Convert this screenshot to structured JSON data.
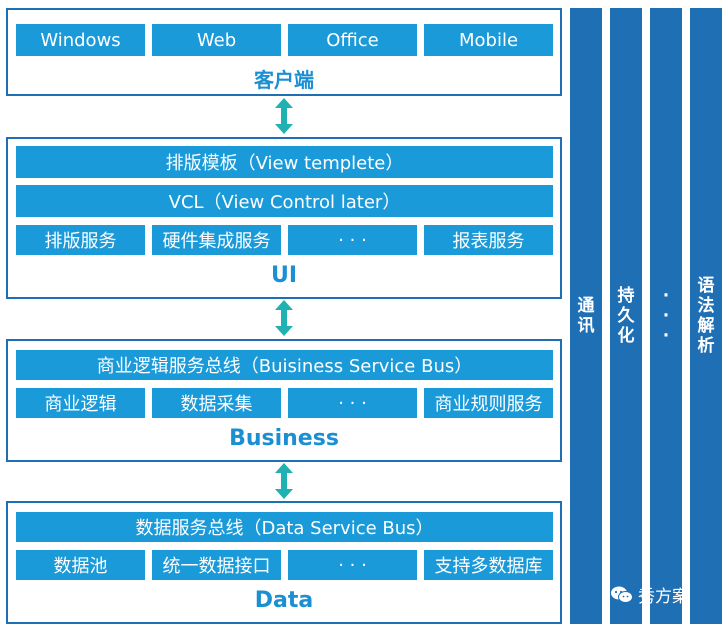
{
  "colors": {
    "cell_fill": "#1a9ad9",
    "panel_border": "#1f6fb5",
    "label_text": "#1a8fd3",
    "arrow": "#20b2b2",
    "side_column": "#1f6fb5"
  },
  "client": {
    "cells": [
      "Windows",
      "Web",
      "Office",
      "Mobile"
    ],
    "label": "客户端"
  },
  "ui": {
    "row1": "排版模板（View templete）",
    "row2": "VCL（View Control later）",
    "cells": [
      "排版服务",
      "硬件集成服务",
      "· · ·",
      "报表服务"
    ],
    "label": "UI"
  },
  "business": {
    "bus": "商业逻辑服务总线（Buisiness Service Bus）",
    "cells": [
      "商业逻辑",
      "数据采集",
      "· · ·",
      "商业规则服务"
    ],
    "label": "Business"
  },
  "data": {
    "bus": "数据服务总线（Data Service Bus）",
    "cells": [
      "数据池",
      "统一数据接口",
      "· · ·",
      "支持多数据库"
    ],
    "label": "Data"
  },
  "side": {
    "col1": [
      "通",
      "讯"
    ],
    "col2": [
      "持",
      "久",
      "化"
    ],
    "col3": [
      "·",
      "·",
      "·"
    ],
    "col4": [
      "语",
      "法",
      "解",
      "析"
    ]
  },
  "watermark": {
    "icon": "wechat-icon",
    "text": "秀方案"
  }
}
